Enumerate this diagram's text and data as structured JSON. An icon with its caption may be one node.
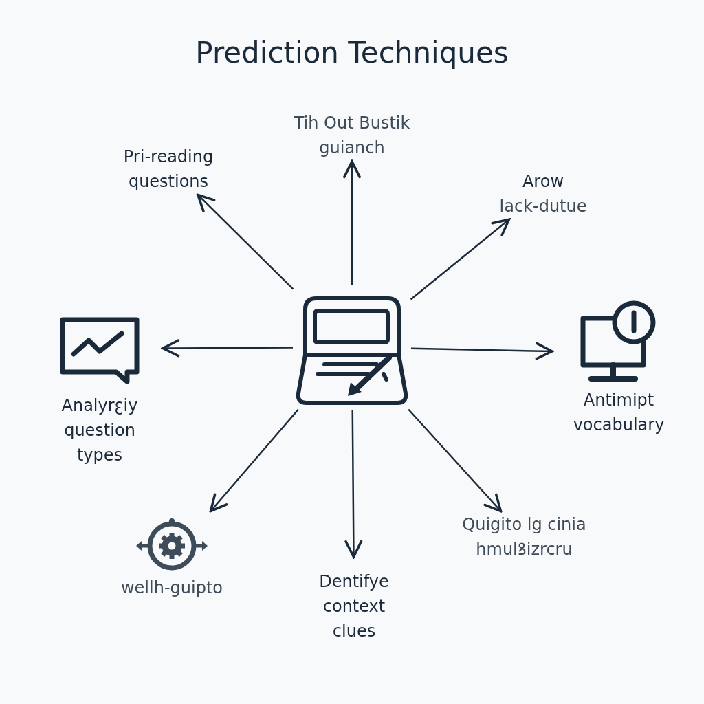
{
  "diagram": {
    "title": "Prediction Techniques",
    "nodes": [
      {
        "text": [],
        "shape": "picture"
      },
      {
        "text": [
          "Pri-reading questions"
        ]
      },
      {
        "text": [
          "Tih Out Bustik guianch"
        ]
      },
      {
        "text": [
          "Arow",
          "lack-dutue"
        ]
      },
      {
        "text": [
          "Analyrꜫiy question types"
        ]
      },
      {
        "text": [
          "Antimipt vocabulary"
        ]
      },
      {
        "text": [
          "wellh-guipto"
        ]
      },
      {
        "text": [
          "Dentifye context clues"
        ]
      },
      {
        "text": [
          "Quigito lg cinia hmulꝸizrcru"
        ]
      }
    ],
    "edges": [
      {
        "from": 0,
        "to": 1,
        "arrow": "to"
      },
      {
        "from": 0,
        "to": 2,
        "arrow": "to"
      },
      {
        "from": 0,
        "to": 3,
        "arrow": "to"
      },
      {
        "from": 0,
        "to": 4,
        "arrow": "to"
      },
      {
        "from": 0,
        "to": 5,
        "arrow": "to"
      },
      {
        "from": 0,
        "to": 6,
        "arrow": "to"
      },
      {
        "from": 0,
        "to": 7,
        "arrow": "to"
      },
      {
        "from": 0,
        "to": 8,
        "arrow": "to"
      }
    ]
  }
}
